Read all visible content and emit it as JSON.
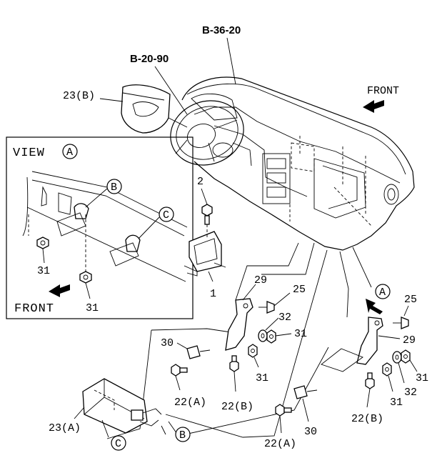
{
  "ref_labels": {
    "dash": "B-36-20",
    "steering": "B-20-90"
  },
  "view": {
    "title": "VIEW",
    "letter": "A",
    "front": "FRONT",
    "callout_b": "B",
    "callout_c": "C",
    "parts": [
      "31",
      "31"
    ]
  },
  "main": {
    "front": "FRONT",
    "view_marker": "A",
    "airbag_label": "23(B)",
    "callout_b": "B",
    "callout_c": "C"
  },
  "parts": {
    "p2": "2",
    "p1": "1",
    "p29_left": "29",
    "p25_left": "25",
    "p32_left": "32",
    "p31_left_washer": "31",
    "p30_left": "30",
    "p31_left_nut": "31",
    "p22a_left": "22(A)",
    "p22b_left": "22(B)",
    "p23a": "23(A)",
    "p25_right": "25",
    "p29_right": "29",
    "p31_right_top": "31",
    "p32_right": "32",
    "p31_right_bottom": "31",
    "p22b_right": "22(B)",
    "p30_right": "30",
    "p22a_right": "22(A)"
  }
}
